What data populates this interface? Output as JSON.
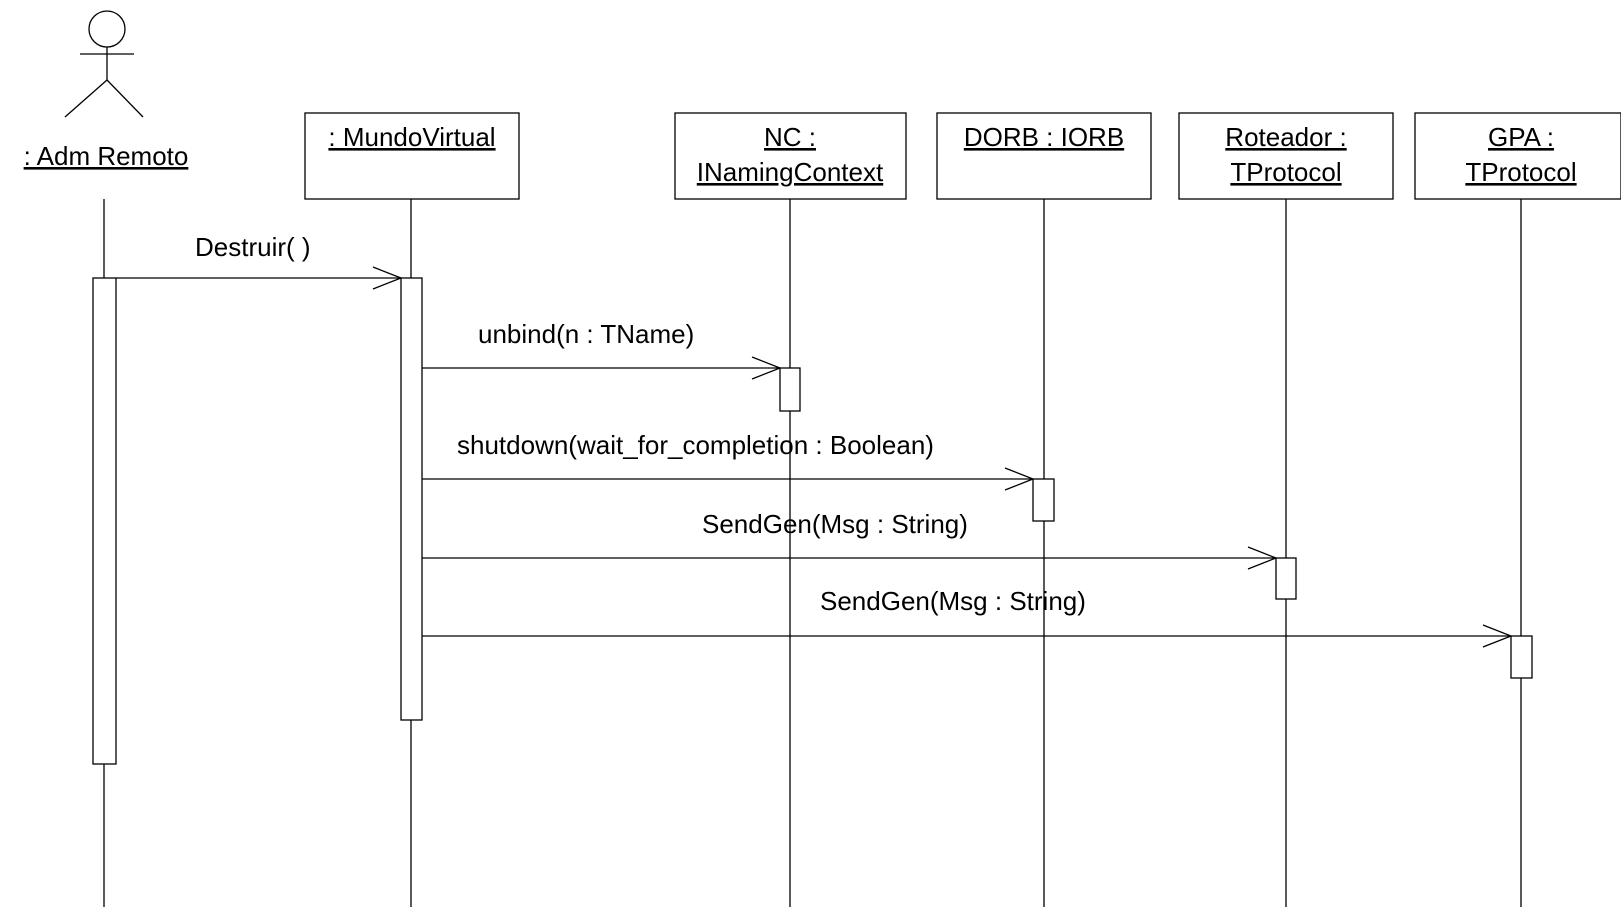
{
  "diagram": {
    "type": "uml-sequence",
    "actor": {
      "label": ": Adm Remoto"
    },
    "objects": [
      {
        "id": "mundo",
        "line1": ": MundoVirtual",
        "line2": ""
      },
      {
        "id": "nc",
        "line1": "NC :",
        "line2": "INamingContext"
      },
      {
        "id": "dorb",
        "line1": "DORB : IORB",
        "line2": ""
      },
      {
        "id": "roteador",
        "line1": "Roteador :",
        "line2": "TProtocol"
      },
      {
        "id": "gpa",
        "line1": "GPA :",
        "line2": "TProtocol"
      }
    ],
    "messages": [
      {
        "from": "actor",
        "to": "mundo",
        "label": "Destruir( )"
      },
      {
        "from": "mundo",
        "to": "nc",
        "label": "unbind(n : TName)"
      },
      {
        "from": "mundo",
        "to": "dorb",
        "label": "shutdown(wait_for_completion : Boolean)"
      },
      {
        "from": "mundo",
        "to": "roteador",
        "label": "SendGen(Msg : String)"
      },
      {
        "from": "mundo",
        "to": "gpa",
        "label": "SendGen(Msg : String)"
      }
    ],
    "colors": {
      "line": "#000000",
      "fill": "#ffffff"
    }
  }
}
